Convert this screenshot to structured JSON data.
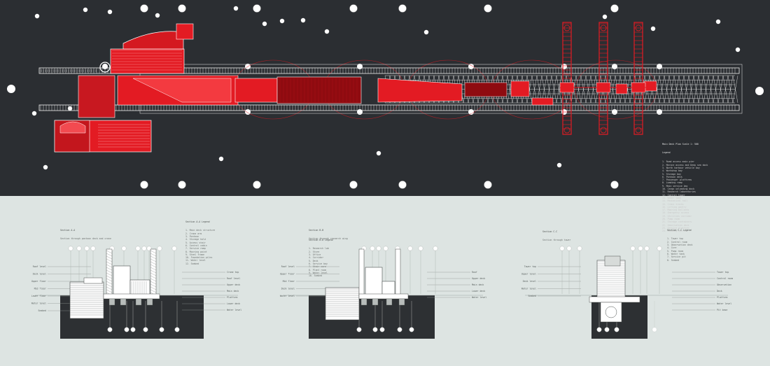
{
  "colors": {
    "top_background": "#2b2e32",
    "bottom_background": "#dde4e2",
    "accent_red": "#e31b23",
    "deep_red": "#8f0b10",
    "structure_white": "#f2f2f2",
    "section_ground": "#2d3033"
  },
  "plan_legend": {
    "title": "Main Deck Plan Scale 1: 500",
    "subtitle": "Legend",
    "items": [
      "1. Road access main pier",
      "2. Marine access and Deep sea dock",
      "3. North harbour vehicle bay",
      "4. Workshop bay",
      "5. Storage bay",
      "6. Pontoon deck",
      "7. Passenger platforms",
      "8. Loading ramp",
      "9. Main service bay",
      "10. Cargo unloading dock",
      "11. Research laboratories",
      "12. Control tower",
      "13. Water tank",
      "14. Mechanical hall",
      "15. Crane tracks",
      "16. Lifting gantry",
      "17. Mooring bollards",
      "18. Emergency access",
      "19. Utilities corridor",
      "20. Pump room",
      "21. Storage containers",
      "22. Observation deck",
      "23. Service platform",
      "24. Viewing terrace"
    ]
  },
  "sections": [
    {
      "title": "Section A-A",
      "subtitle": "Section through pontoon deck and crane",
      "legend_title": "Section A-A Legend",
      "legend": [
        "1. Main deck structure",
        "2. Crane arm",
        "3. Pontoon",
        "4. Storage hold",
        "5. Access stair",
        "6. Control cabin",
        "7. Service ramp",
        "8. Mooring point",
        "9. Steel frame",
        "10. Foundation piles",
        "11. Water level",
        "12. Seabed"
      ],
      "left_labels": [
        "Roof level",
        "Deck level",
        "Upper floor",
        "Mid floor",
        "Lower floor",
        "Water level",
        "Seabed"
      ],
      "right_labels": [
        "Crane top",
        "Roof level",
        "Upper deck",
        "Main deck",
        "Platform",
        "Lower deck",
        "Water level"
      ]
    },
    {
      "title": "Section B-B",
      "subtitle": "Section through research wing",
      "legend_title": "Section B-B Legend",
      "legend": [
        "1. Research lab",
        "2. Store",
        "3. Office",
        "4. Corridor",
        "5. Deck",
        "6. Service bay",
        "7. Stair core",
        "8. Plant room",
        "9. Water level",
        "10. Seabed"
      ],
      "left_labels": [
        "Roof level",
        "Upper floor",
        "Mid floor",
        "Deck level",
        "Water level"
      ],
      "right_labels": [
        "Roof",
        "Upper deck",
        "Main deck",
        "Lower deck",
        "Water level"
      ]
    },
    {
      "title": "Section C-C",
      "subtitle": "Section through tower",
      "legend_title": "Section C-C Legend",
      "legend": [
        "1. Tower top",
        "2. Control room",
        "3. Observation deck",
        "4. Core",
        "5. Pump room",
        "6. Water tank",
        "7. Service pit",
        "8. Seabed"
      ],
      "left_labels": [
        "Tower top",
        "Upper level",
        "Deck level",
        "Water level",
        "Seabed"
      ],
      "right_labels": [
        "Tower top",
        "Control room",
        "Observation",
        "Deck",
        "Platform",
        "Water level",
        "Pit base"
      ]
    }
  ]
}
